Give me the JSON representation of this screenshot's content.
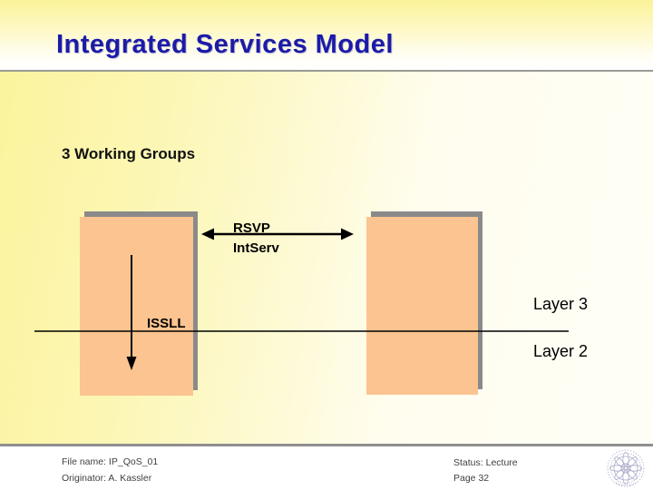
{
  "slide": {
    "title": "Integrated Services Model",
    "heading": "3 Working Groups",
    "diagram": {
      "rsvp_line1": "RSVP",
      "rsvp_line2": "IntServ",
      "issll": "ISSLL",
      "layer3": "Layer 3",
      "layer2": "Layer 2",
      "boxes": [
        "left-protocol-stack-box",
        "right-protocol-stack-box"
      ],
      "arrows": [
        "horizontal-double-arrow-rsvp",
        "vertical-down-arrow-issll"
      ]
    },
    "footer": {
      "file_name": "File name: IP_QoS_01",
      "originator": "Originator: A. Kassler",
      "status": "Status: Lecture",
      "page": "Page 32",
      "seal": "university-seal-icon"
    }
  },
  "colors": {
    "title_blue": "#1b1ba8",
    "box_fill": "#fcc490",
    "box_shadow": "#8a8a8a",
    "divider_gray": "#9a9a94",
    "footer_text": "#3f3f3f",
    "seal_purple": "#a0a0c4"
  }
}
